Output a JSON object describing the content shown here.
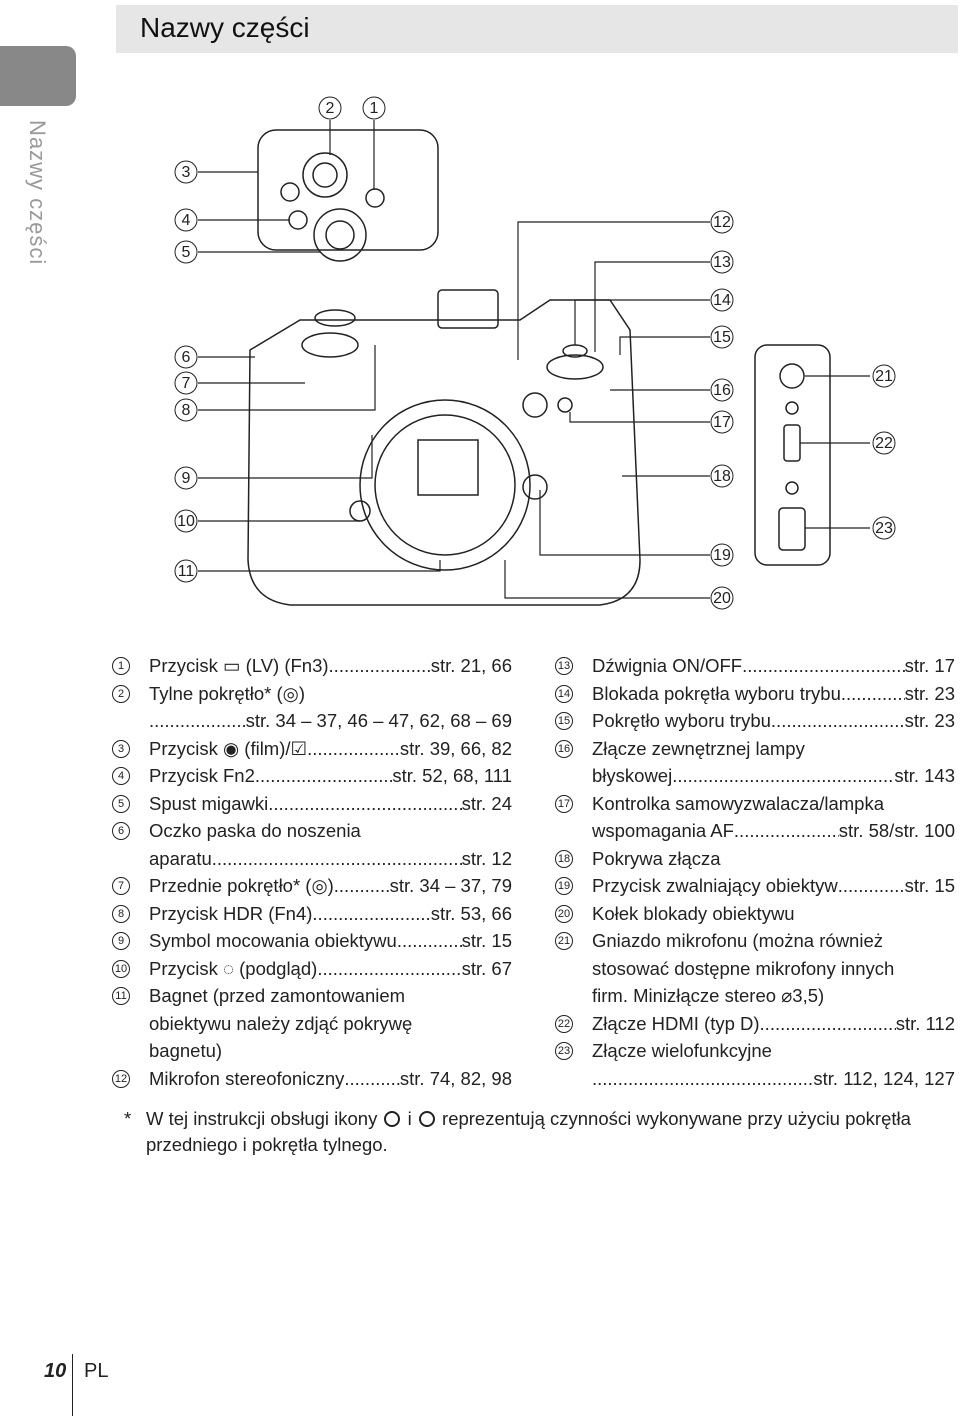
{
  "header": {
    "title": "Nazwy części"
  },
  "side": {
    "label": "Nazwy części"
  },
  "callouts": [
    "1",
    "2",
    "3",
    "4",
    "5",
    "6",
    "7",
    "8",
    "9",
    "10",
    "11",
    "12",
    "13",
    "14",
    "15",
    "16",
    "17",
    "18",
    "19",
    "20",
    "21",
    "22",
    "23"
  ],
  "parts_left": [
    {
      "n": "1",
      "lines": [
        {
          "t": "Przycisk ▭ (LV) (Fn3)",
          "p": "str. 21, 66"
        }
      ]
    },
    {
      "n": "2",
      "lines": [
        {
          "t": "Tylne pokrętło* (◎)",
          "p": ""
        },
        {
          "t": "",
          "p": "str. 34 – 37, 46 – 47, 62, 68 – 69"
        }
      ]
    },
    {
      "n": "3",
      "lines": [
        {
          "t": "Przycisk ◉ (film)/☑",
          "p": "str. 39, 66, 82"
        }
      ]
    },
    {
      "n": "4",
      "lines": [
        {
          "t": "Przycisk Fn2",
          "p": "str. 52, 68, 111"
        }
      ]
    },
    {
      "n": "5",
      "lines": [
        {
          "t": "Spust migawki",
          "p": "str. 24"
        }
      ]
    },
    {
      "n": "6",
      "lines": [
        {
          "t": "Oczko paska do noszenia",
          "p": ""
        },
        {
          "t": "aparatu",
          "p": "str. 12"
        }
      ]
    },
    {
      "n": "7",
      "lines": [
        {
          "t": "Przednie pokrętło* (◎)",
          "p": "str. 34 – 37, 79"
        }
      ]
    },
    {
      "n": "8",
      "lines": [
        {
          "t": "Przycisk HDR (Fn4)",
          "p": "str. 53, 66"
        }
      ]
    },
    {
      "n": "9",
      "lines": [
        {
          "t": "Symbol mocowania obiektywu",
          "p": "str. 15"
        }
      ]
    },
    {
      "n": "10",
      "lines": [
        {
          "t": "Przycisk ◌ (podgląd)",
          "p": "str. 67"
        }
      ]
    },
    {
      "n": "11",
      "lines": [
        {
          "t": "Bagnet (przed zamontowaniem",
          "p": ""
        },
        {
          "t": "obiektywu należy zdjąć pokrywę",
          "p": ""
        },
        {
          "t": "bagnetu)",
          "p": ""
        }
      ]
    },
    {
      "n": "12",
      "lines": [
        {
          "t": "Mikrofon stereofoniczny",
          "p": "str. 74, 82, 98"
        }
      ]
    }
  ],
  "parts_right": [
    {
      "n": "13",
      "lines": [
        {
          "t": "Dźwignia ON/OFF",
          "p": "str. 17"
        }
      ]
    },
    {
      "n": "14",
      "lines": [
        {
          "t": "Blokada pokrętła wyboru trybu",
          "p": "str. 23"
        }
      ]
    },
    {
      "n": "15",
      "lines": [
        {
          "t": "Pokrętło wyboru trybu",
          "p": "str. 23"
        }
      ]
    },
    {
      "n": "16",
      "lines": [
        {
          "t": "Złącze zewnętrznej lampy",
          "p": ""
        },
        {
          "t": "błyskowej",
          "p": "str. 143"
        }
      ]
    },
    {
      "n": "17",
      "lines": [
        {
          "t": "Kontrolka samowyzwalacza/lampka",
          "p": ""
        },
        {
          "t": "wspomagania AF",
          "p": "str. 58/str. 100"
        }
      ]
    },
    {
      "n": "18",
      "lines": [
        {
          "t": "Pokrywa złącza",
          "p": ""
        }
      ]
    },
    {
      "n": "19",
      "lines": [
        {
          "t": "Przycisk zwalniający obiektyw",
          "p": "str. 15"
        }
      ]
    },
    {
      "n": "20",
      "lines": [
        {
          "t": "Kołek blokady obiektywu",
          "p": ""
        }
      ]
    },
    {
      "n": "21",
      "lines": [
        {
          "t": "Gniazdo mikrofonu (można również",
          "p": ""
        },
        {
          "t": "stosować dostępne mikrofony innych",
          "p": ""
        },
        {
          "t": "firm. Minizłącze stereo ⌀3,5)",
          "p": ""
        }
      ]
    },
    {
      "n": "22",
      "lines": [
        {
          "t": "Złącze HDMI (typ D)",
          "p": "str. 112"
        }
      ]
    },
    {
      "n": "23",
      "lines": [
        {
          "t": "Złącze wielofunkcyjne",
          "p": ""
        },
        {
          "t": "",
          "p": "str. 112, 124, 127"
        }
      ]
    }
  ],
  "footnote": {
    "star": "*",
    "before": "W tej instrukcji obsługi ikony",
    "middle": "i",
    "after": "reprezentują czynności wykonywane przy użyciu pokrętła przedniego i pokrętła tylnego."
  },
  "footer": {
    "page": "10",
    "lang": "PL"
  }
}
